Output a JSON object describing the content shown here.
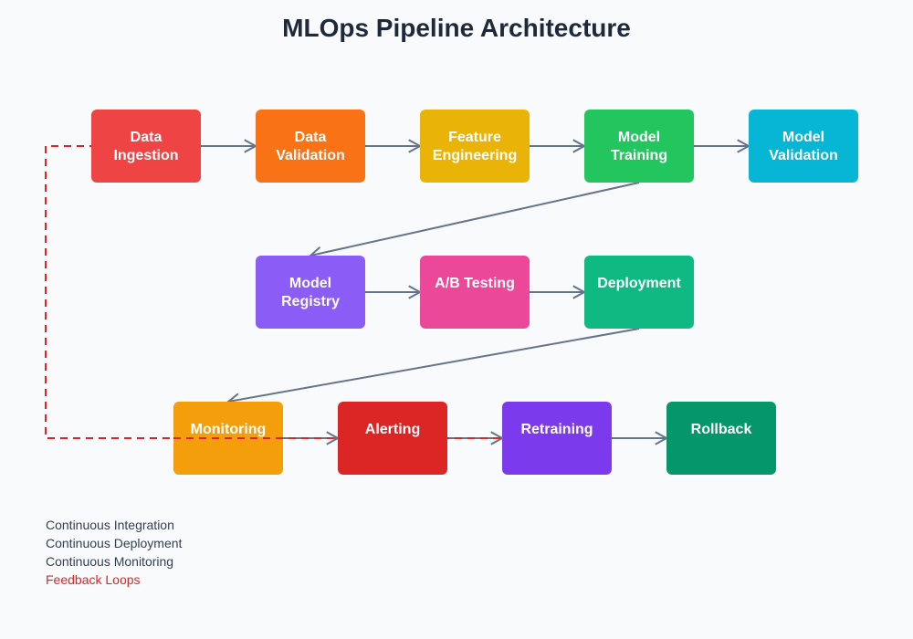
{
  "title": "MLOps Pipeline Architecture",
  "nodes": [
    {
      "id": "data-ingestion",
      "lines": [
        "Data",
        "Ingestion"
      ],
      "color": "#ef4444"
    },
    {
      "id": "data-validation",
      "lines": [
        "Data",
        "Validation"
      ],
      "color": "#f97316"
    },
    {
      "id": "feature-engineering",
      "lines": [
        "Feature",
        "Engineering"
      ],
      "color": "#eab308"
    },
    {
      "id": "model-training",
      "lines": [
        "Model",
        "Training"
      ],
      "color": "#22c55e"
    },
    {
      "id": "model-validation",
      "lines": [
        "Model",
        "Validation"
      ],
      "color": "#06b6d4"
    },
    {
      "id": "model-registry",
      "lines": [
        "Model",
        "Registry"
      ],
      "color": "#8b5cf6"
    },
    {
      "id": "ab-testing",
      "lines": [
        "A/B Testing"
      ],
      "color": "#ec4899"
    },
    {
      "id": "deployment",
      "lines": [
        "Deployment"
      ],
      "color": "#10b981"
    },
    {
      "id": "monitoring",
      "lines": [
        "Monitoring"
      ],
      "color": "#f59e0b"
    },
    {
      "id": "alerting",
      "lines": [
        "Alerting"
      ],
      "color": "#dc2626"
    },
    {
      "id": "retraining",
      "lines": [
        "Retraining"
      ],
      "color": "#7c3aed"
    },
    {
      "id": "rollback",
      "lines": [
        "Rollback"
      ],
      "color": "#059669"
    }
  ],
  "edges": [
    {
      "from": "data-ingestion",
      "to": "data-validation"
    },
    {
      "from": "data-validation",
      "to": "feature-engineering"
    },
    {
      "from": "feature-engineering",
      "to": "model-training"
    },
    {
      "from": "model-training",
      "to": "model-validation"
    },
    {
      "from": "model-training",
      "to": "model-registry"
    },
    {
      "from": "model-registry",
      "to": "ab-testing"
    },
    {
      "from": "ab-testing",
      "to": "deployment"
    },
    {
      "from": "deployment",
      "to": "monitoring"
    },
    {
      "from": "monitoring",
      "to": "alerting"
    },
    {
      "from": "alerting",
      "to": "retraining"
    },
    {
      "from": "retraining",
      "to": "rollback"
    }
  ],
  "feedback_edge": {
    "from": "retraining",
    "to": "data-ingestion",
    "style": "dashed"
  },
  "colors": {
    "edge": "#64748b",
    "feedback": "#dc2626",
    "title": "#1e293b",
    "legend_text": "#334155",
    "background": "#f8fafc"
  },
  "legend": [
    {
      "label": "Continuous Integration",
      "type": "normal"
    },
    {
      "label": "Continuous Deployment",
      "type": "normal"
    },
    {
      "label": "Continuous Monitoring",
      "type": "normal"
    },
    {
      "label": "Feedback Loops",
      "type": "feedback"
    }
  ]
}
